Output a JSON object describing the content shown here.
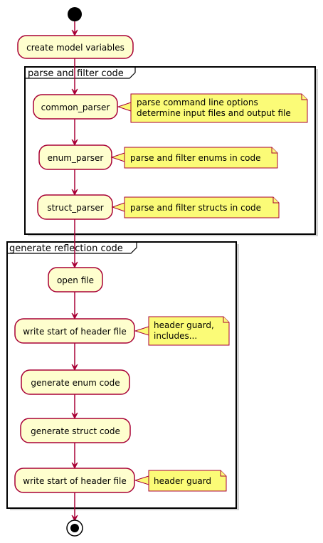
{
  "groups": [
    {
      "title": "parse and filter code"
    },
    {
      "title": "generate reflection code"
    }
  ],
  "activities": [
    "create model variables",
    "common_parser",
    "enum_parser",
    "struct_parser",
    "open file",
    "write start of header file",
    "generate enum code",
    "generate struct code",
    "write start of header file"
  ],
  "notes": [
    [
      "parse command line options",
      "determine input files and output file"
    ],
    [
      "parse and filter enums in code"
    ],
    [
      "parse and filter structs in code"
    ],
    [
      "header guard,",
      "includes..."
    ],
    [
      "header guard"
    ]
  ],
  "colors": {
    "activity_fill": "#FEFECE",
    "border": "#A80036",
    "note_fill": "#FBFB77"
  }
}
